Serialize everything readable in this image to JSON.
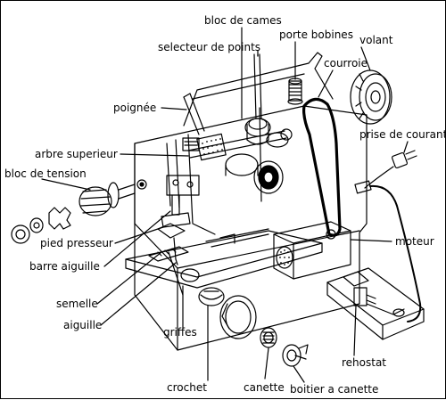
{
  "labels": {
    "bloc_de_cames": "bloc de cames",
    "selecteur_de_points": "selecteur de points",
    "porte_bobines": "porte bobines",
    "volant": "volant",
    "courroie": "courroie",
    "poignee": "poignée",
    "prise_de_courant": "prise de courant",
    "arbre_superieur": "arbre superieur",
    "bloc_de_tension": "bloc de tension",
    "moteur": "moteur",
    "pied_presseur": "pied presseur",
    "barre_aiguille": "barre aiguille",
    "semelle": "semelle",
    "aiguille": "aiguille",
    "griffes": "griffes",
    "rehostat": "rehostat",
    "crochet": "crochet",
    "canette": "canette",
    "boitier_a_canette": "boitier a canette"
  }
}
